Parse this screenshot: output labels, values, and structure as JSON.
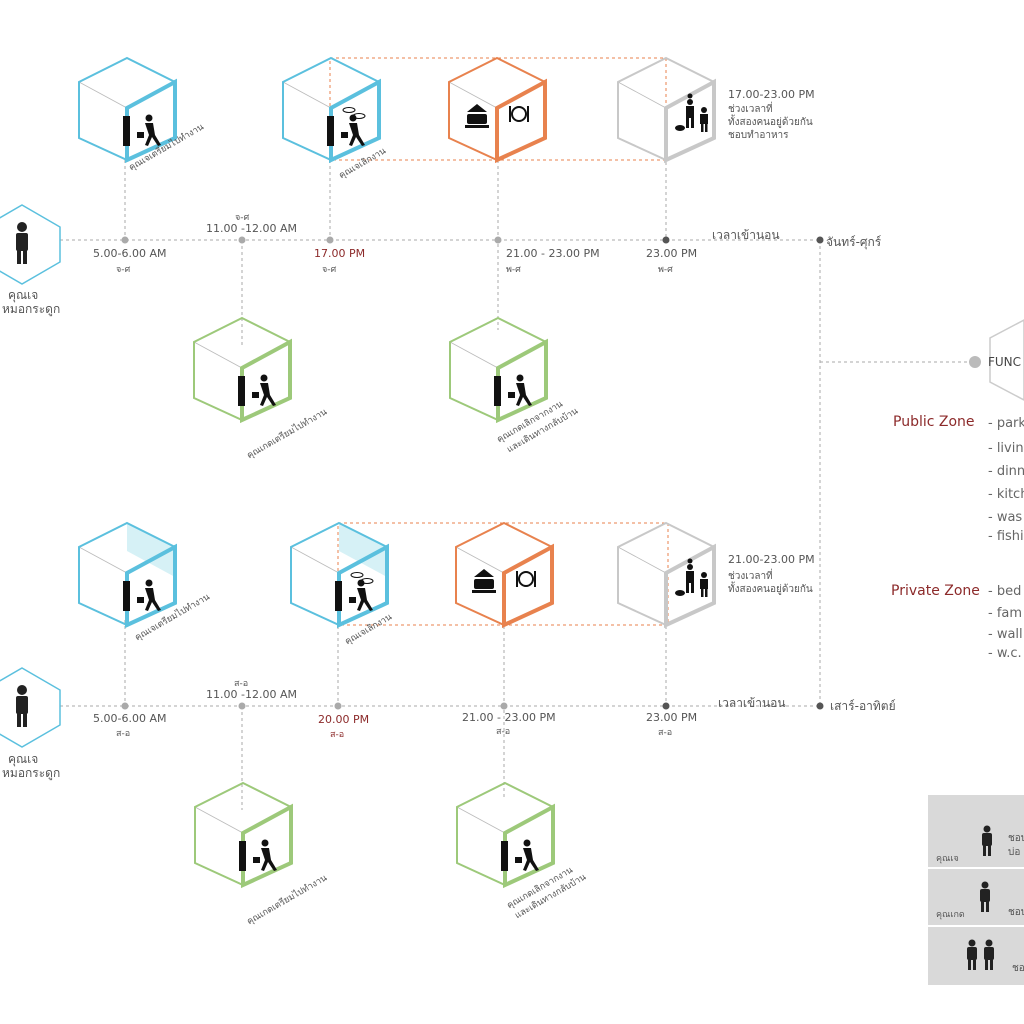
{
  "persons": {
    "him_name": "คุณเจ",
    "him_role": "หมอกระดูก"
  },
  "weekday": {
    "t_morning": "5.00-6.00 AM",
    "t_morning_sub": "จ-ศ",
    "t_noon_top": "จ-ศ",
    "t_noon": "11.00 -12.00 AM",
    "t_evening": "17.00 PM",
    "t_evening_sub": "จ-ศ",
    "t_dinner": "21.00 - 23.00 PM",
    "t_dinner_sub": "พ-ศ",
    "t_sleep": "23.00 PM",
    "t_sleep_sub": "พ-ศ",
    "sleep_label": "เวลาเข้านอน",
    "day_label": "จันทร์-ศุกร์",
    "cube1_caption": "คุณเจเตรียมไปทำงาน",
    "cube2_caption": "คุณเจเลิกงาน",
    "family_time": "17.00-23.00 PM",
    "family_l1": "ช่วงเวลาที่",
    "family_l2": "ทั้งสองคนอยู่ด้วยกัน",
    "family_l3": "ชอบทำอาหาร",
    "her_cube1_caption": "คุณเกดเตรียมไปทำงาน",
    "her_cube2_caption_1": "คุณเกดเลิกจากงาน",
    "her_cube2_caption_2": "และเดินทางกลับบ้าน"
  },
  "weekend": {
    "t_morning": "5.00-6.00 AM",
    "t_morning_sub": "ส-อ",
    "t_noon_top": "ส-อ",
    "t_noon": "11.00 -12.00 AM",
    "t_evening": "20.00 PM",
    "t_evening_sub": "ส-อ",
    "t_dinner": "21.00 - 23.00 PM",
    "t_dinner_sub": "ส-อ",
    "t_sleep": "23.00 PM",
    "t_sleep_sub": "ส-อ",
    "sleep_label": "เวลาเข้านอน",
    "day_label": "เสาร์-อาทิตย์",
    "cube1_caption": "คุณเจเตรียมไปทำงาน",
    "cube2_caption": "คุณเจเลิกงาน",
    "family_time": "21.00-23.00 PM",
    "family_l1": "ช่วงเวลาที่",
    "family_l2": "ทั้งสองคนอยู่ด้วยกัน",
    "her_cube1_caption": "คุณเกดเตรียมไปทำงาน",
    "her_cube2_caption_1": "คุณเกดเลิกจากงาน",
    "her_cube2_caption_2": "และเดินทางกลับบ้าน"
  },
  "function_label": "FUNC",
  "public_zone": {
    "title": "Public  Zone",
    "items": [
      "- park",
      "- livin",
      "- dinn",
      "- kitch",
      "- was",
      "- fishi"
    ]
  },
  "private_zone": {
    "title": "Private  Zone",
    "items": [
      "- bed",
      "- fam",
      "- wall",
      "- w.c."
    ]
  },
  "legend": {
    "row1_name": "คุณเจ",
    "row1_desc_1": "ชอบ",
    "row1_desc_2": "บ่อ",
    "row2_name": "คุณเกด",
    "row2_desc": "ชอบ",
    "row3_desc": "ชอ"
  },
  "colors": {
    "blue": "#5bc0de",
    "green": "#9dc97a",
    "orange": "#e8824e",
    "grey": "#c8c8c8",
    "dash": "#aaaaaa",
    "red_text": "#8c2a2a"
  }
}
